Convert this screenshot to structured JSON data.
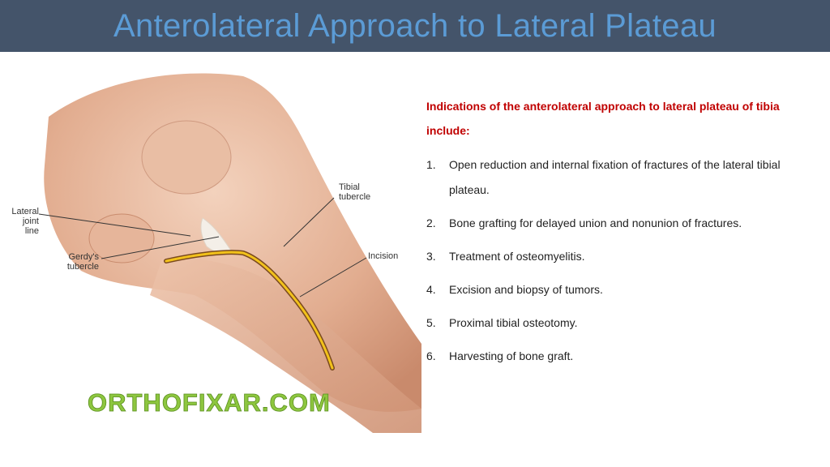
{
  "title": "Anterolateral Approach to Lateral Plateau",
  "colors": {
    "title_bar": "#44546a",
    "title_text": "#5b9bd5",
    "intro_text": "#c00000",
    "watermark": "#8dc63f"
  },
  "figure": {
    "labels": {
      "lateral_line1": "Lateral",
      "lateral_line2": "joint",
      "lateral_line3": "line",
      "gerdys_line1": "Gerdy's",
      "gerdys_line2": "tubercle",
      "tibial_line1": "Tibial",
      "tibial_line2": "tubercle",
      "incision": "Incision"
    },
    "watermark": "ORTHOFIXAR.COM"
  },
  "content": {
    "intro": "Indications of the anterolateral approach to lateral plateau of tibia include:",
    "items": [
      {
        "num": "1.",
        "text": "Open reduction and internal fixation of fractures of the lateral tibial plateau."
      },
      {
        "num": "2.",
        "text": "Bone grafting for delayed union and nonunion of fractures."
      },
      {
        "num": "3.",
        "text": "Treatment of osteomyelitis."
      },
      {
        "num": "4.",
        "text": "Excision and biopsy of tumors."
      },
      {
        "num": "5.",
        "text": "Proximal tibial osteotomy."
      },
      {
        "num": "6.",
        "text": "Harvesting of bone graft."
      }
    ]
  }
}
